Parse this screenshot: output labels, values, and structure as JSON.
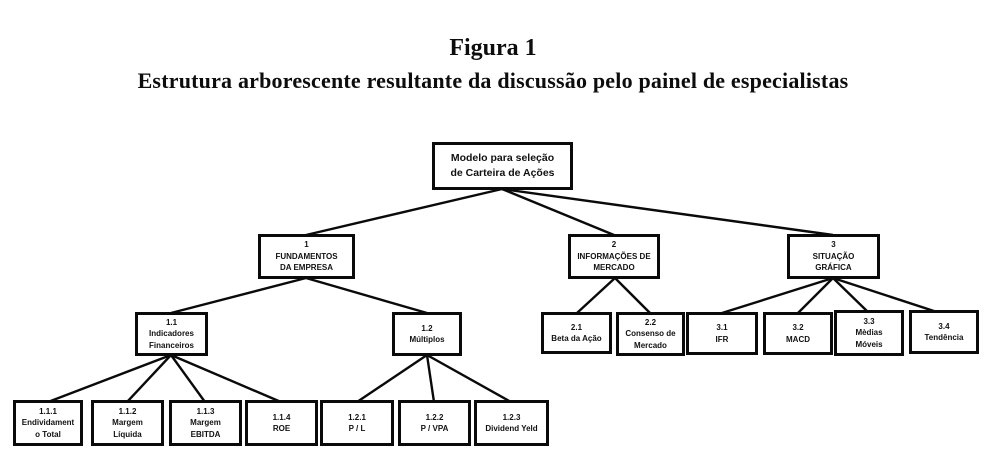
{
  "figure": {
    "title": "Figura 1",
    "subtitle": "Estrutura arborescente resultante da discussão pelo painel de especialistas"
  },
  "colors": {
    "background": "#ffffff",
    "text": "#0d0d0d",
    "box_border": "#0a0a0a",
    "connector_line": "#0a0a0a"
  },
  "tree": {
    "nodes": {
      "root": {
        "text": "Modelo para seleção\nde Carteira de Ações"
      },
      "n1": {
        "text": "1\nFUNDAMENTOS\nDA EMPRESA"
      },
      "n2": {
        "text": "2\nINFORMAÇÕES DE\nMERCADO"
      },
      "n3": {
        "text": "3\nSITUAÇÃO\nGRÁFICA"
      },
      "n1_1": {
        "text": "1.1\nIndicadores\nFinanceiros"
      },
      "n1_2": {
        "text": "1.2\nMúltiplos"
      },
      "n2_1": {
        "text": "2.1\nBeta da Ação"
      },
      "n2_2": {
        "text": "2.2\nConsenso de\nMercado"
      },
      "n3_1": {
        "text": "3.1\nIFR"
      },
      "n3_2": {
        "text": "3.2\nMACD"
      },
      "n3_3": {
        "text": "3.3\nMèdias\nMóveis"
      },
      "n3_4": {
        "text": "3.4\nTendência"
      },
      "n1_1_1": {
        "text": "1.1.1\nEndividament\no Total"
      },
      "n1_1_2": {
        "text": "1.1.2\nMargem\nLíquida"
      },
      "n1_1_3": {
        "text": "1.1.3\nMargem\nEBITDA"
      },
      "n1_1_4": {
        "text": "1.1.4\nROE"
      },
      "n1_2_1": {
        "text": "1.2.1\nP / L"
      },
      "n1_2_2": {
        "text": "1.2.2\nP / VPA"
      },
      "n1_2_3": {
        "text": "1.2.3\nDividend Yeld"
      }
    },
    "edges": [
      [
        "root",
        "n1"
      ],
      [
        "root",
        "n2"
      ],
      [
        "root",
        "n3"
      ],
      [
        "n1",
        "n1_1"
      ],
      [
        "n1",
        "n1_2"
      ],
      [
        "n2",
        "n2_1"
      ],
      [
        "n2",
        "n2_2"
      ],
      [
        "n3",
        "n3_1"
      ],
      [
        "n3",
        "n3_2"
      ],
      [
        "n3",
        "n3_3"
      ],
      [
        "n3",
        "n3_4"
      ],
      [
        "n1_1",
        "n1_1_1"
      ],
      [
        "n1_1",
        "n1_1_2"
      ],
      [
        "n1_1",
        "n1_1_3"
      ],
      [
        "n1_1",
        "n1_1_4"
      ],
      [
        "n1_2",
        "n1_2_1"
      ],
      [
        "n1_2",
        "n1_2_2"
      ],
      [
        "n1_2",
        "n1_2_3"
      ]
    ]
  }
}
